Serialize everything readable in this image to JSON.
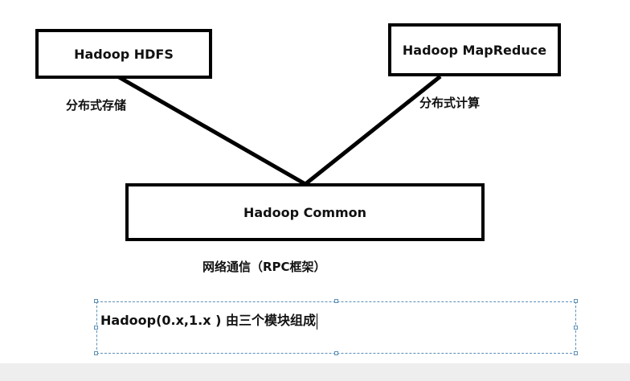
{
  "diagram": {
    "boxes": {
      "hdfs": "Hadoop HDFS",
      "mapreduce": "Hadoop MapReduce",
      "common": "Hadoop Common"
    },
    "labels": {
      "hdfs": "分布式存储",
      "mapreduce": "分布式计算",
      "common": "网络通信（RPC框架）"
    }
  },
  "textbox": {
    "text": "Hadoop(0.x,1.x ) 由三个模块组成"
  }
}
